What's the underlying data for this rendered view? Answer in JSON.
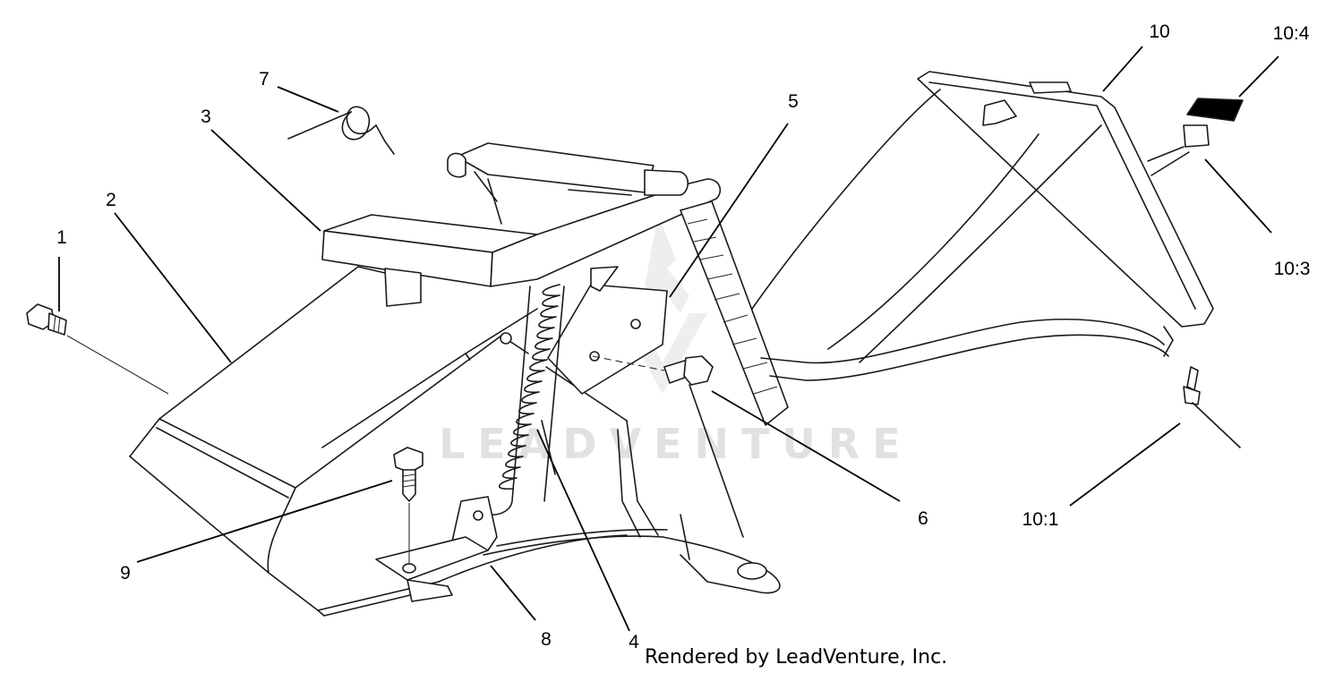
{
  "diagram": {
    "callouts": {
      "c1": "1",
      "c2": "2",
      "c3": "3",
      "c4": "4",
      "c5": "5",
      "c6": "6",
      "c7": "7",
      "c8": "8",
      "c9": "9",
      "c10": "10",
      "c10_1": "10:1",
      "c10_3": "10:3",
      "c10_4": "10:4"
    },
    "watermark": "LEADVENTURE",
    "credit": "Rendered by LeadVenture, Inc."
  }
}
